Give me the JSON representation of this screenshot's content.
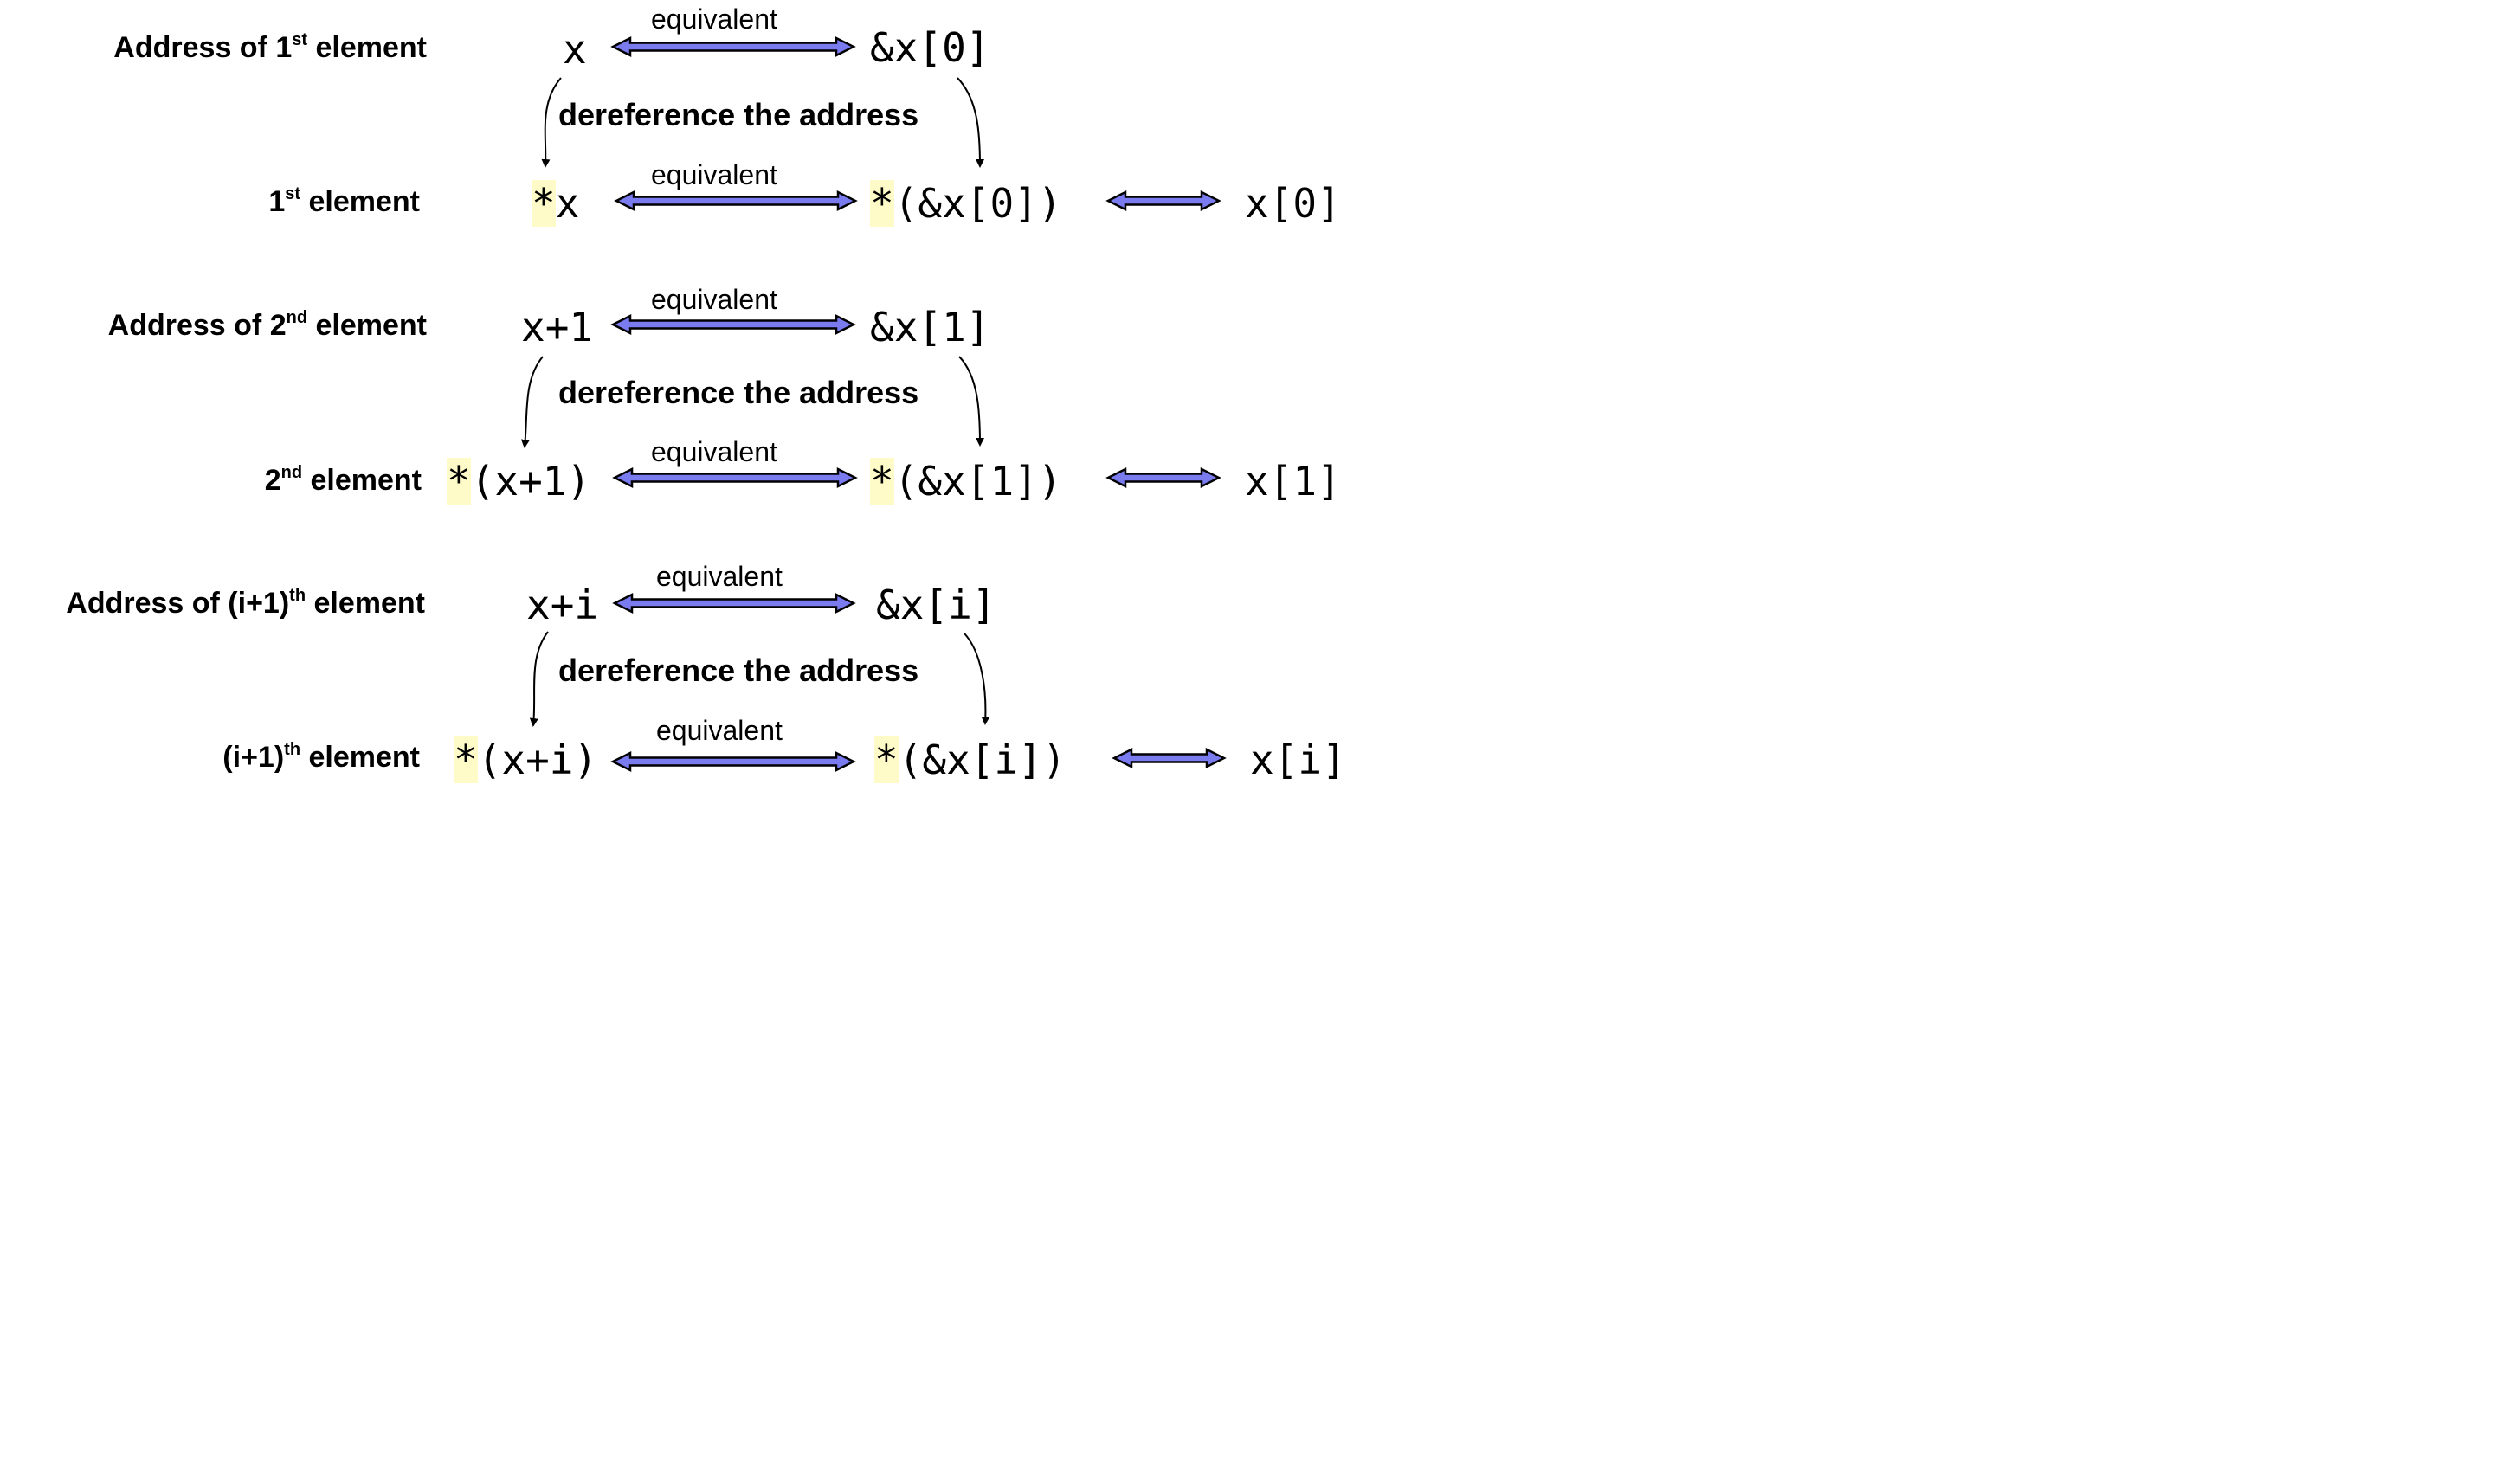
{
  "colors": {
    "arrow_fill": "#7b7bf0",
    "arrow_stroke": "#000000",
    "highlight": "#fffbc8"
  },
  "equivalent_label": "equivalent",
  "dereference_label": "dereference the address",
  "rows": [
    {
      "label": {
        "pre": "Address of 1",
        "sup": "st",
        "post": " element"
      },
      "left": {
        "star": "",
        "rest": "x"
      },
      "right": {
        "star": "",
        "rest": "&x[0]"
      }
    },
    {
      "label": {
        "pre": "1",
        "sup": "st",
        "post": " element"
      },
      "left": {
        "star": "*",
        "rest": "x"
      },
      "right": {
        "star": "*",
        "rest": "(&x[0])"
      },
      "final": "x[0]"
    },
    {
      "label": {
        "pre": "Address of 2",
        "sup": "nd",
        "post": " element"
      },
      "left": {
        "star": "",
        "rest": "x+1"
      },
      "right": {
        "star": "",
        "rest": "&x[1]"
      }
    },
    {
      "label": {
        "pre": "2",
        "sup": "nd",
        "post": " element"
      },
      "left": {
        "star": "*",
        "rest": "(x+1)"
      },
      "right": {
        "star": "*",
        "rest": "(&x[1])"
      },
      "final": "x[1]"
    },
    {
      "label": {
        "pre": "Address of (i+1)",
        "sup": "th",
        "post": " element"
      },
      "left": {
        "star": "",
        "rest": "x+i"
      },
      "right": {
        "star": "",
        "rest": "&x[i]"
      }
    },
    {
      "label": {
        "pre": "(i+1)",
        "sup": "th",
        "post": " element"
      },
      "left": {
        "star": "*",
        "rest": "(x+i)"
      },
      "right": {
        "star": "*",
        "rest": "(&x[i])"
      },
      "final": "x[i]"
    }
  ]
}
